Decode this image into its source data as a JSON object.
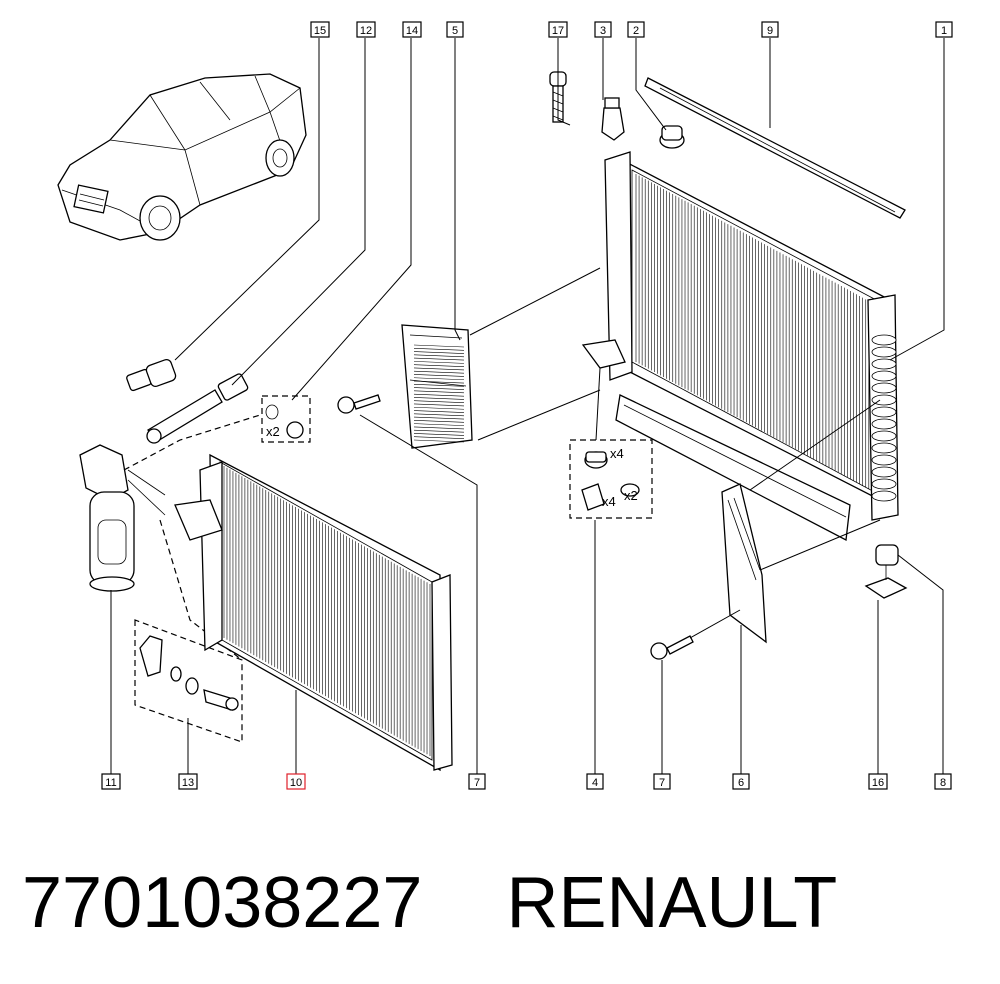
{
  "callouts": {
    "top": [
      "15",
      "12",
      "14",
      "5",
      "17",
      "3",
      "2",
      "9",
      "1"
    ],
    "bottom": [
      "11",
      "13",
      "10",
      "7",
      "4",
      "7",
      "6",
      "16",
      "8"
    ],
    "highlighted": "10",
    "highlight_color": "#e0202a"
  },
  "quantities": {
    "seals": "x2",
    "mount_top": "x4",
    "mount_right": "x2",
    "mount_clip": "x4"
  },
  "footer": {
    "part_number": "7701038227",
    "brand": "RENAULT"
  }
}
